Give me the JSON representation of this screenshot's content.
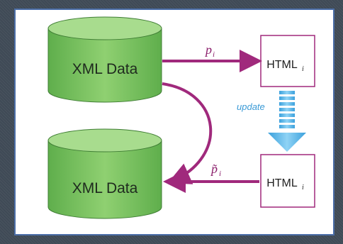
{
  "diagram": {
    "db_top_label": "XML Data",
    "db_bottom_label": "XML Data",
    "html_top_label": "HTML",
    "html_top_sub": "i",
    "html_bottom_label": "HTML",
    "html_bottom_sub": "i",
    "edge_p_label": "p",
    "edge_p_sub": "i",
    "edge_ptilde_label": "p̃",
    "edge_ptilde_sub": "i",
    "update_label": "update"
  },
  "colors": {
    "frame_border": "#4b6ea8",
    "cylinder_fill": "#7cc266",
    "cylinder_top": "#a8dc8e",
    "arrow": "#a0297c",
    "box_border": "#a0297c",
    "update_arrow": "#55b4e6"
  }
}
